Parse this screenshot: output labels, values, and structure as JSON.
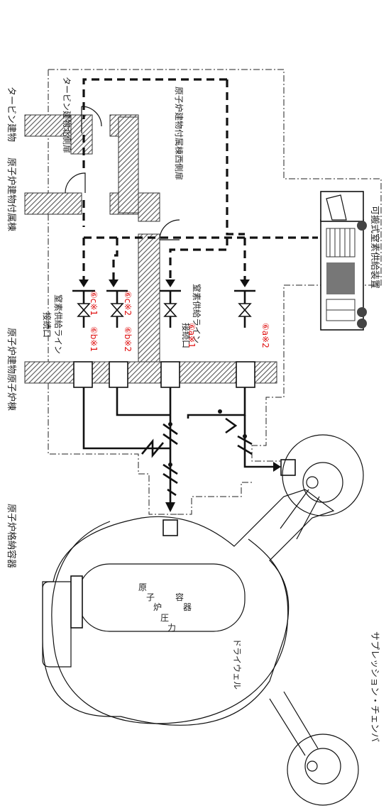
{
  "labels": {
    "turbine_north_wall": "タービン建物北側扉",
    "turbine_building": "タービン建物",
    "annex_west_wall": "原子炉建物付属棟西側扉",
    "annex_building": "原子炉建物付属棟",
    "reactor_building": "原子炉建物原子炉棟",
    "nitrogen_line_1": "窒素供給ライン",
    "nitrogen_line_1b": "接続口",
    "nitrogen_line_2": "窒素供給ライン",
    "nitrogen_line_2b": "接続口",
    "portable_nitrogen": "可搬式窒素供給装置",
    "containment": "原子炉格納容器",
    "rpv": [
      "原",
      "子",
      "炉",
      "圧",
      "力",
      "容",
      "器"
    ],
    "drywell": "ドライウェル",
    "suppression": "サプレッション・チェンバ"
  },
  "markers": {
    "m_c1": "⑥c※1",
    "m_c2": "⑥c※2",
    "m_b1": "⑥b※1",
    "m_b2": "⑥b※2",
    "m_a1": "⑥a※1",
    "m_a2": "⑥a※2"
  },
  "colors": {
    "marker": "#e01010",
    "hatch": "#555555",
    "line": "#111111"
  }
}
